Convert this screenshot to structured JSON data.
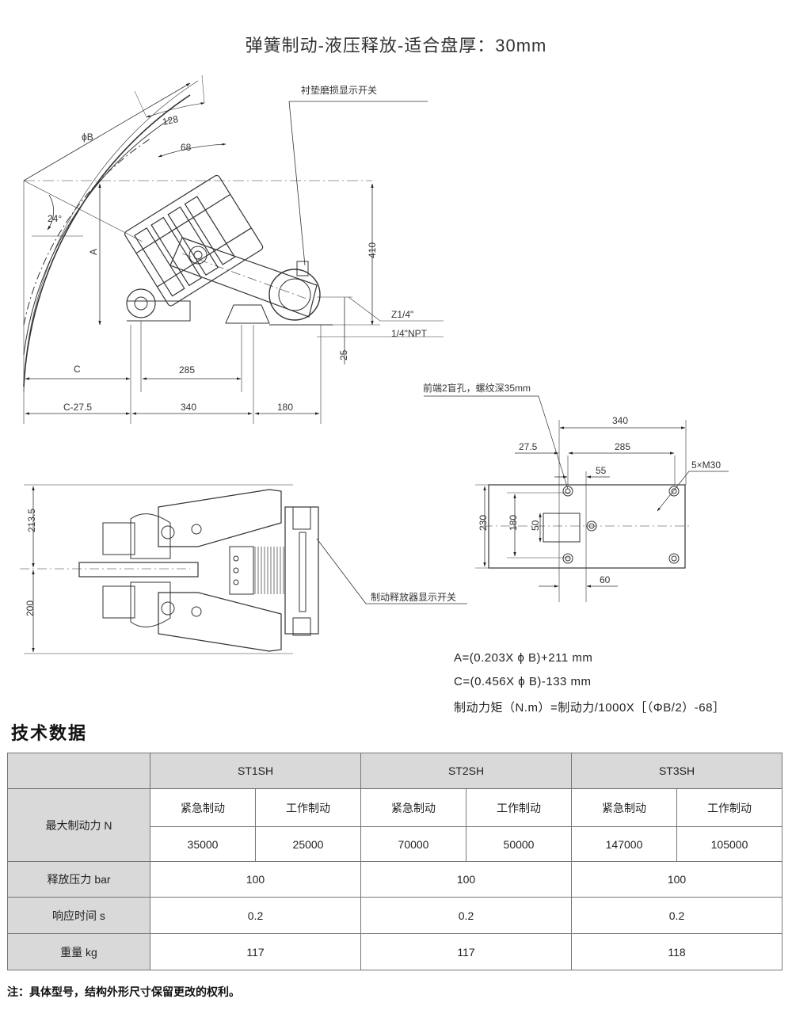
{
  "title": "弹簧制动-液压释放-适合盘厚：30mm",
  "drawing_labels": {
    "lining_switch": "衬垫磨损显示开关",
    "release_switch": "制动释放器显示开关",
    "blind_hole": "前端2盲孔，螺纹深35mm",
    "phi_b": "ϕB",
    "angle": "24°",
    "a": "A",
    "c": "C",
    "c_minus": "C-27.5",
    "z_port": "Z1/4\"",
    "npt_port": "1/4\"NPT",
    "bolt_note": "5×M30",
    "d128": "128",
    "d68": "68",
    "d410": "410",
    "d25": "25",
    "d285": "285",
    "d340": "340",
    "d180": "180",
    "d213_5": "213.5",
    "d200": "200",
    "m340": "340",
    "m285": "285",
    "m27_5": "27.5",
    "m55": "55",
    "m230": "230",
    "m180": "180",
    "m50": "50",
    "m60": "60"
  },
  "formulas": {
    "a": "A=(0.203X ϕ B)+211  mm",
    "c": "C=(0.456X ϕ B)-133  mm",
    "torque": "制动力矩（N.m）=制动力/1000X［（ΦB/2）-68］"
  },
  "section_title": "技术数据",
  "table": {
    "models": [
      "ST1SH",
      "ST2SH",
      "ST3SH"
    ],
    "max_force_label": "最大制动力  N",
    "sub_headers": [
      "紧急制动",
      "工作制动"
    ],
    "forces": [
      [
        "35000",
        "25000"
      ],
      [
        "70000",
        "50000"
      ],
      [
        "147000",
        "105000"
      ]
    ],
    "rows": [
      {
        "label": "释放压力  bar",
        "values": [
          "100",
          "100",
          "100"
        ]
      },
      {
        "label": "响应时间  s",
        "values": [
          "0.2",
          "0.2",
          "0.2"
        ]
      },
      {
        "label": "重量  kg",
        "values": [
          "117",
          "117",
          "118"
        ]
      }
    ]
  },
  "note": "注：具体型号，结构外形尺寸保留更改的权利。"
}
